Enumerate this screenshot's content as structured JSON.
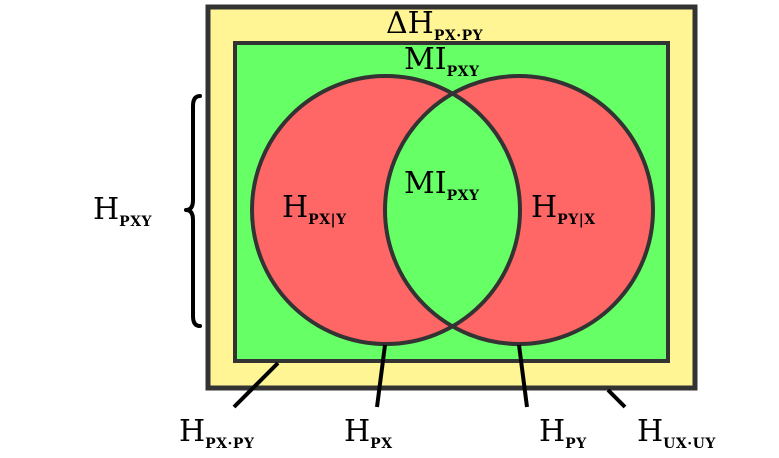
{
  "colors": {
    "outer_fill": "#fff595",
    "inner_fill": "#66ff66",
    "circle_fill": "#ff6666",
    "intersection_fill": "#66ff66",
    "stroke": "#333333",
    "pointer": "#000000"
  },
  "labels": {
    "delta": {
      "symbol": "Δ",
      "main": "H",
      "sub": "PX·PY"
    },
    "mi_top": {
      "main": "MI",
      "sub": "PXY"
    },
    "mi_center": {
      "main": "MI",
      "sub": "PXY"
    },
    "h_x_given_y": {
      "main": "H",
      "sub": "PX|Y"
    },
    "h_y_given_x": {
      "main": "H",
      "sub": "PY|X"
    },
    "h_joint": {
      "main": "H",
      "sub": "PXY"
    },
    "bottom_px_py": {
      "main": "H",
      "sub": "PX·PY"
    },
    "bottom_px": {
      "main": "H",
      "sub": "PX"
    },
    "bottom_py": {
      "main": "H",
      "sub": "PY"
    },
    "bottom_ux_uy": {
      "main": "H",
      "sub": "UX·UY"
    }
  }
}
